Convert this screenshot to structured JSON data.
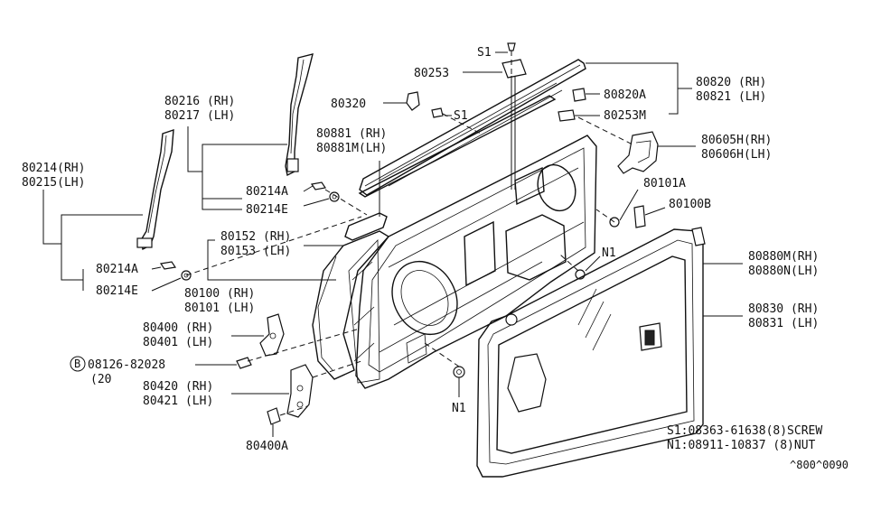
{
  "labels": {
    "p80216": "80216 (RH)",
    "p80217": "80217 (LH)",
    "p80214": "80214(RH)",
    "p80215": "80215(LH)",
    "p80214A_top": "80214A",
    "p80214E_top": "80214E",
    "p80214A_bot": "80214A",
    "p80214E_bot": "80214E",
    "p80320": "80320",
    "s1_top": "S1",
    "s1_mid": "S1",
    "p80253": "80253",
    "p80820": "80820 (RH)",
    "p80821": "80821 (LH)",
    "p80820A": "80820A",
    "p80253M": "80253M",
    "p80881": "80881 (RH)",
    "p80881M": "80881M(LH)",
    "p80605H": "80605H(RH)",
    "p80606H": "80606H(LH)",
    "p80101A": "80101A",
    "p80100B": "80100B",
    "p80152": "80152 (RH)",
    "p80153": "80153 (LH)",
    "n1_mid": "N1",
    "p80100": "80100 (RH)",
    "p80101": "80101 (LH)",
    "p80880M": "80880M(RH)",
    "p80880N": "80880N(LH)",
    "p80830": "80830 (RH)",
    "p80831": "80831 (LH)",
    "p80400": "80400 (RH)",
    "p80401": "80401 (LH)",
    "b_code": "08126-82028",
    "b_circle": "B",
    "b_qty": "(20",
    "p80420": "80420 (RH)",
    "p80421": "80421 (LH)",
    "n1_bot": "N1",
    "p80400A": "80400A"
  },
  "legend": {
    "s1": "S1:08363-61638(8)SCREW",
    "n1": "N1:08911-10837 (8)NUT"
  },
  "diagram_code": "^800^0090"
}
